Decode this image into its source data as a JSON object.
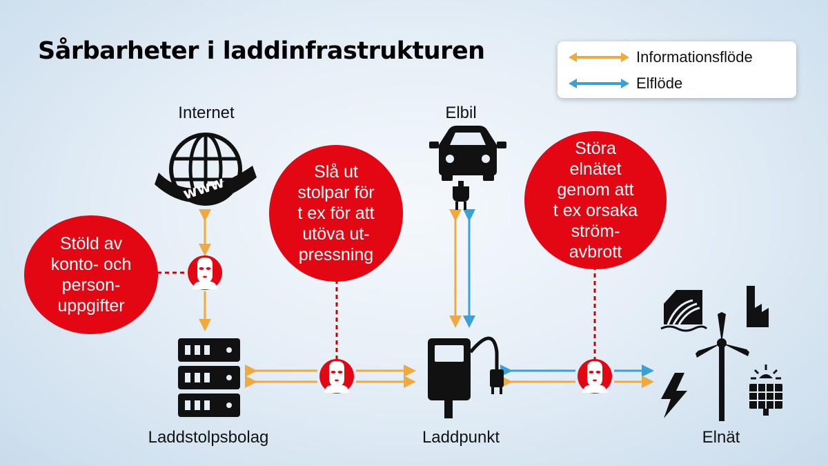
{
  "title": "Sårbarheter i laddinfrastrukturen",
  "legend": {
    "info": "Informationsflöde",
    "el": "Elflöde"
  },
  "nodes": {
    "internet": "Internet",
    "elbil": "Elbil",
    "laddstolpsbolag": "Laddstolpsbolag",
    "laddpunkt": "Laddpunkt",
    "elnat": "Elnät"
  },
  "threats": {
    "stold": "Stöld av\nkonto- och\nperson-\nuppgifter",
    "sla_ut": "Slå ut\nstolpar för\nt ex för att\nutöva ut-\npressning",
    "stora": "Störa\nelnätet\ngenom att\nt ex orsaka\nström-\navbrott"
  },
  "icons": {
    "globe": "globe-www-icon",
    "car": "car-icon",
    "server": "server-icon",
    "charger": "charging-station-icon",
    "grid": "power-grid-icon",
    "hacker": "hacker-mask-icon"
  },
  "colors": {
    "info": "#f0a93c",
    "el": "#3aa1d6",
    "threat": "#e30613"
  }
}
